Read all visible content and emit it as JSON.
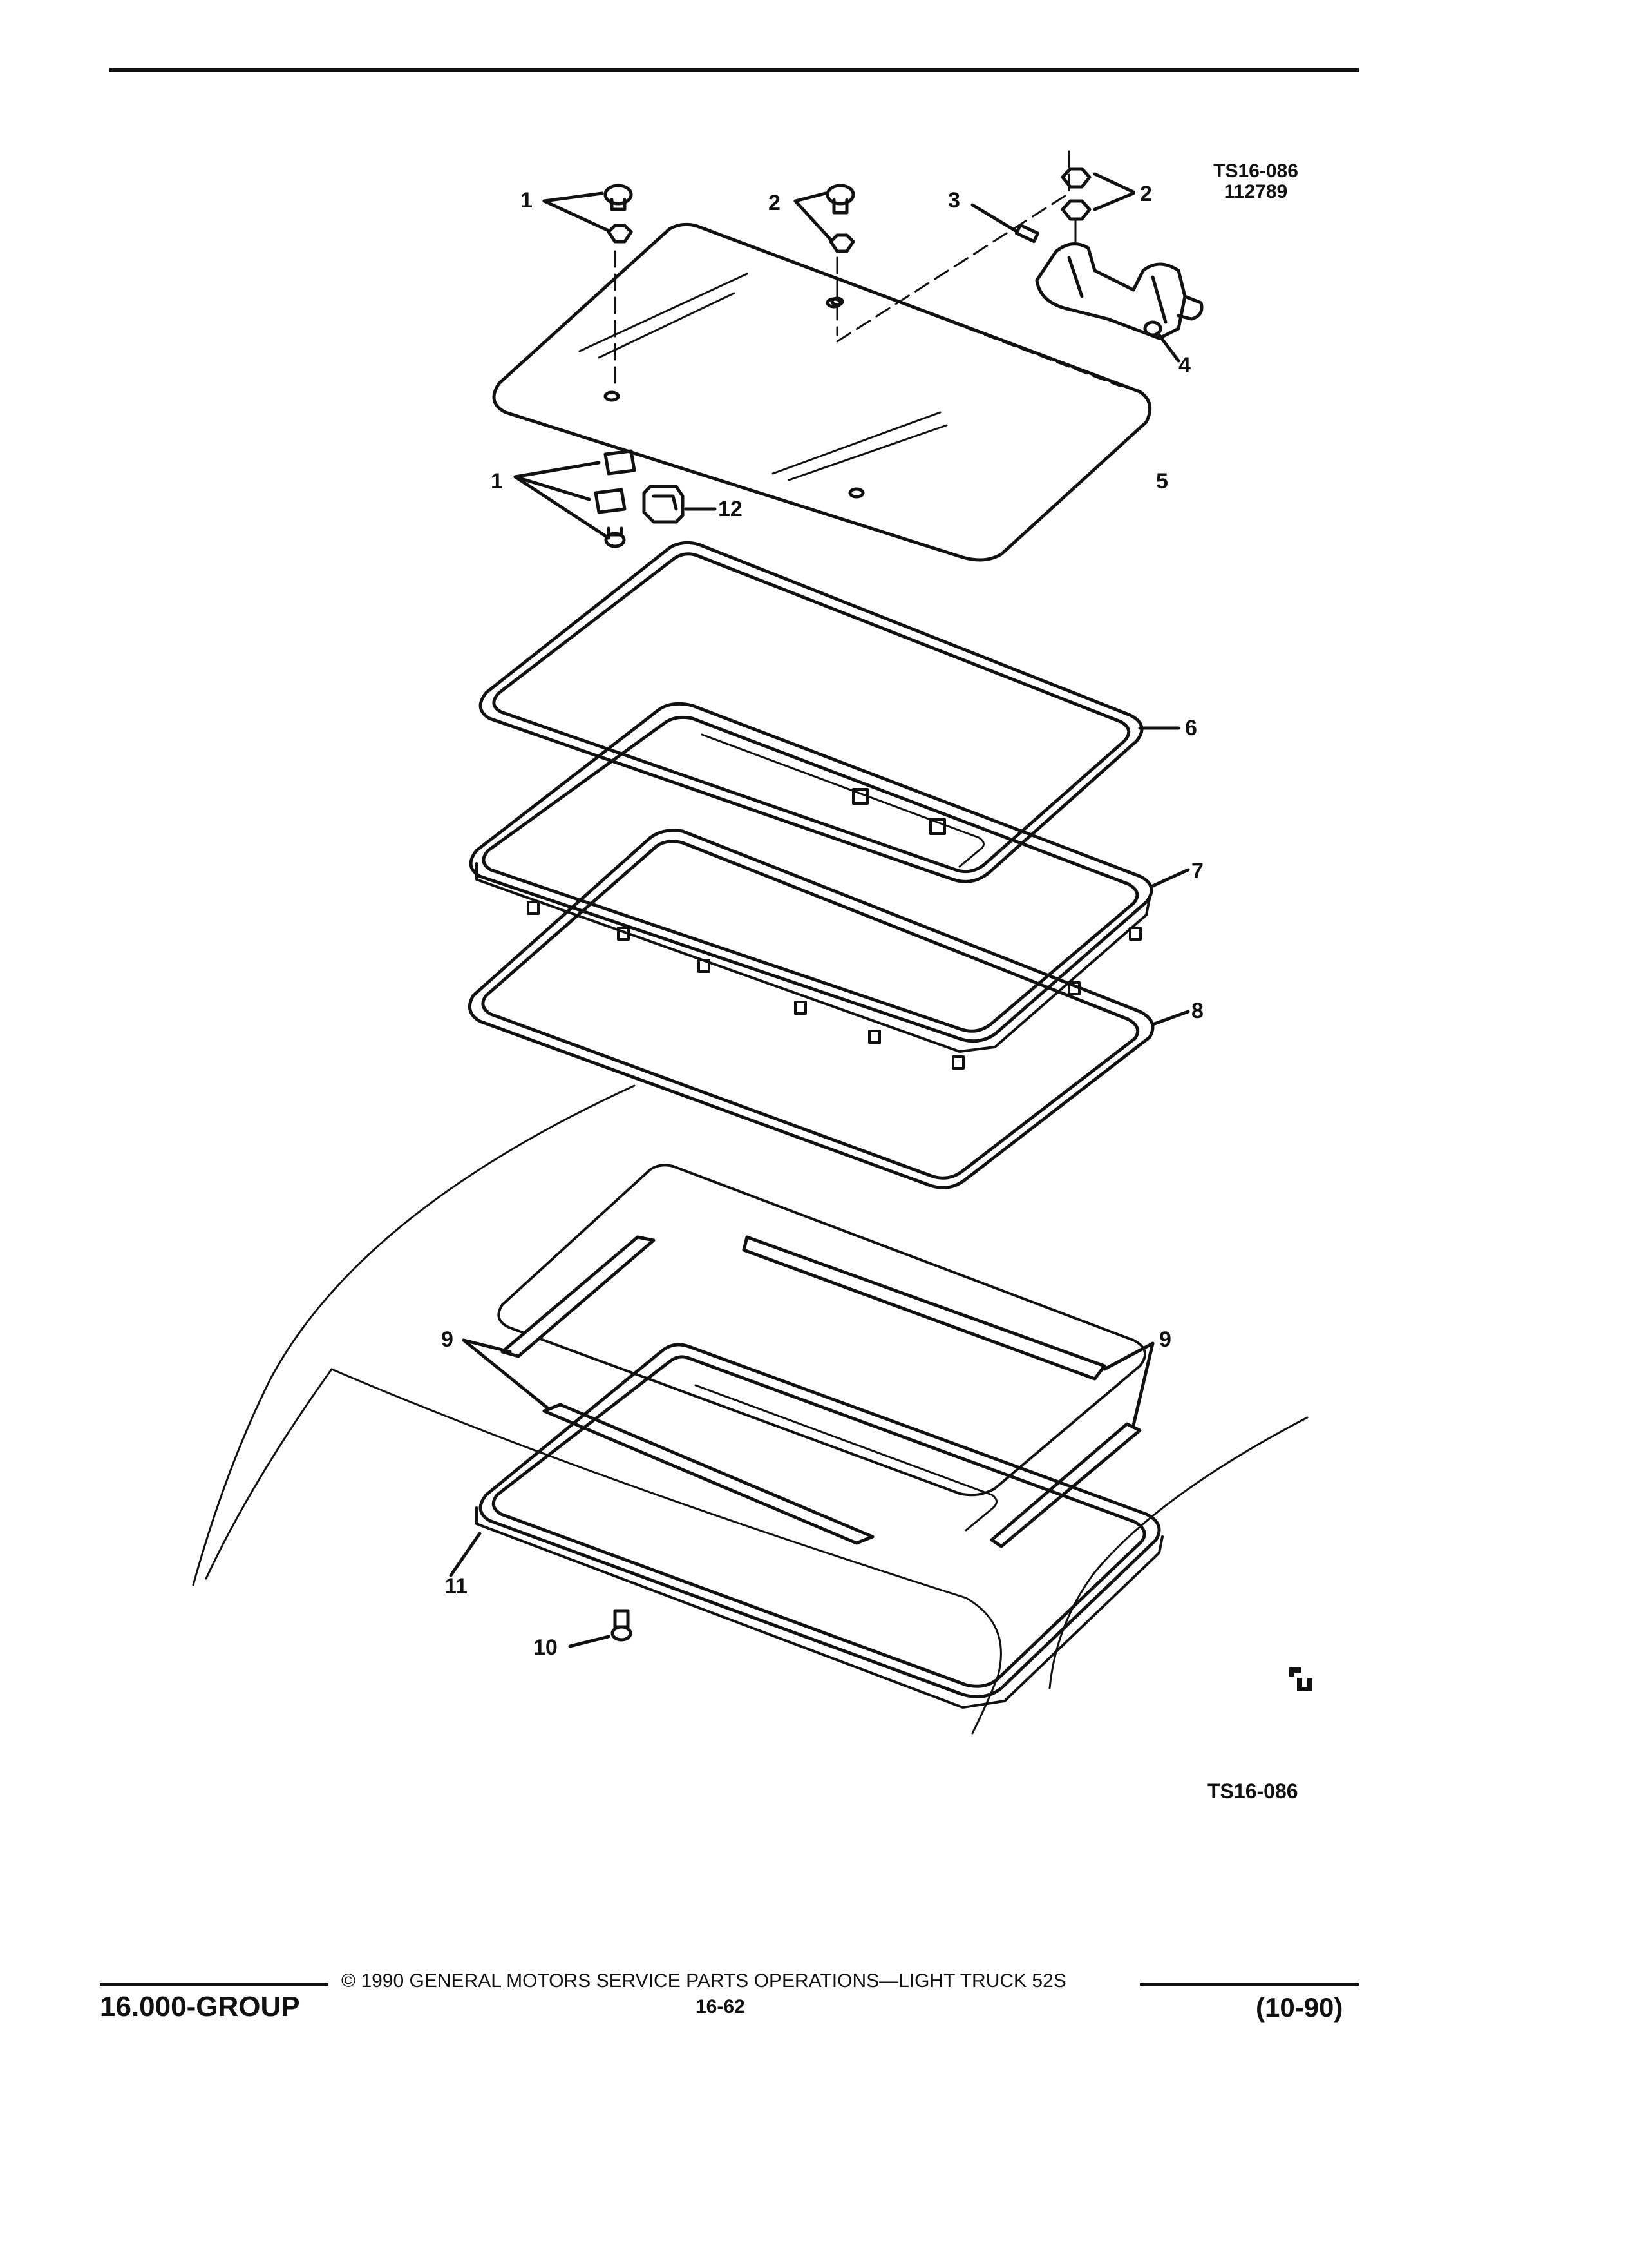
{
  "header": {
    "figure_code": "TS16-086",
    "figure_date": "112789"
  },
  "callouts": [
    {
      "id": "c1a",
      "label": "1"
    },
    {
      "id": "c2a",
      "label": "2"
    },
    {
      "id": "c3",
      "label": "3"
    },
    {
      "id": "c2b",
      "label": "2"
    },
    {
      "id": "c4",
      "label": "4"
    },
    {
      "id": "c5",
      "label": "5"
    },
    {
      "id": "c1b",
      "label": "1"
    },
    {
      "id": "c12",
      "label": "12"
    },
    {
      "id": "c6",
      "label": "6"
    },
    {
      "id": "c7",
      "label": "7"
    },
    {
      "id": "c8",
      "label": "8"
    },
    {
      "id": "c9a",
      "label": "9"
    },
    {
      "id": "c9b",
      "label": "9"
    },
    {
      "id": "c11",
      "label": "11"
    },
    {
      "id": "c10",
      "label": "10"
    }
  ],
  "figure_code_bottom": "TS16-086",
  "footer": {
    "group": "16.000-GROUP",
    "copyright": "© 1990 GENERAL MOTORS SERVICE PARTS OPERATIONS—LIGHT TRUCK 52S",
    "page": "16-62",
    "revision": "(10-90)"
  }
}
